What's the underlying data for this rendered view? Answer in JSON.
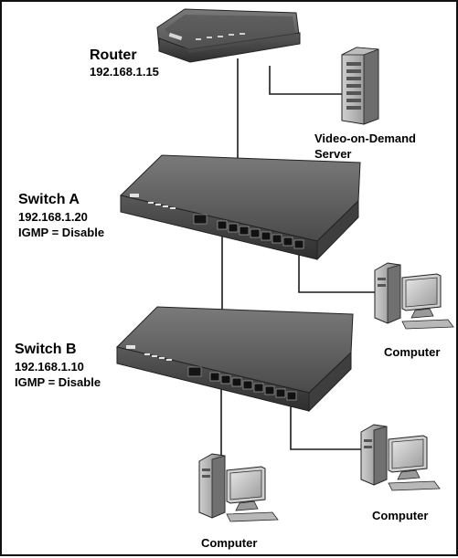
{
  "router": {
    "name": "Router",
    "ip": "192.168.1.15"
  },
  "server": {
    "line1": "Video-on-Demand",
    "line2": "Server"
  },
  "switch_a": {
    "name": "Switch A",
    "ip": "192.168.1.20",
    "igmp": "IGMP = Disable"
  },
  "switch_b": {
    "name": "Switch B",
    "ip": "192.168.1.10",
    "igmp": "IGMP = Disable"
  },
  "computers": {
    "label": "Computer"
  },
  "colors": {
    "line": "#1a1a1a",
    "device_dark": "#3a3a3a",
    "device_mid": "#6b6b6b",
    "device_light": "#9a9a9a"
  }
}
